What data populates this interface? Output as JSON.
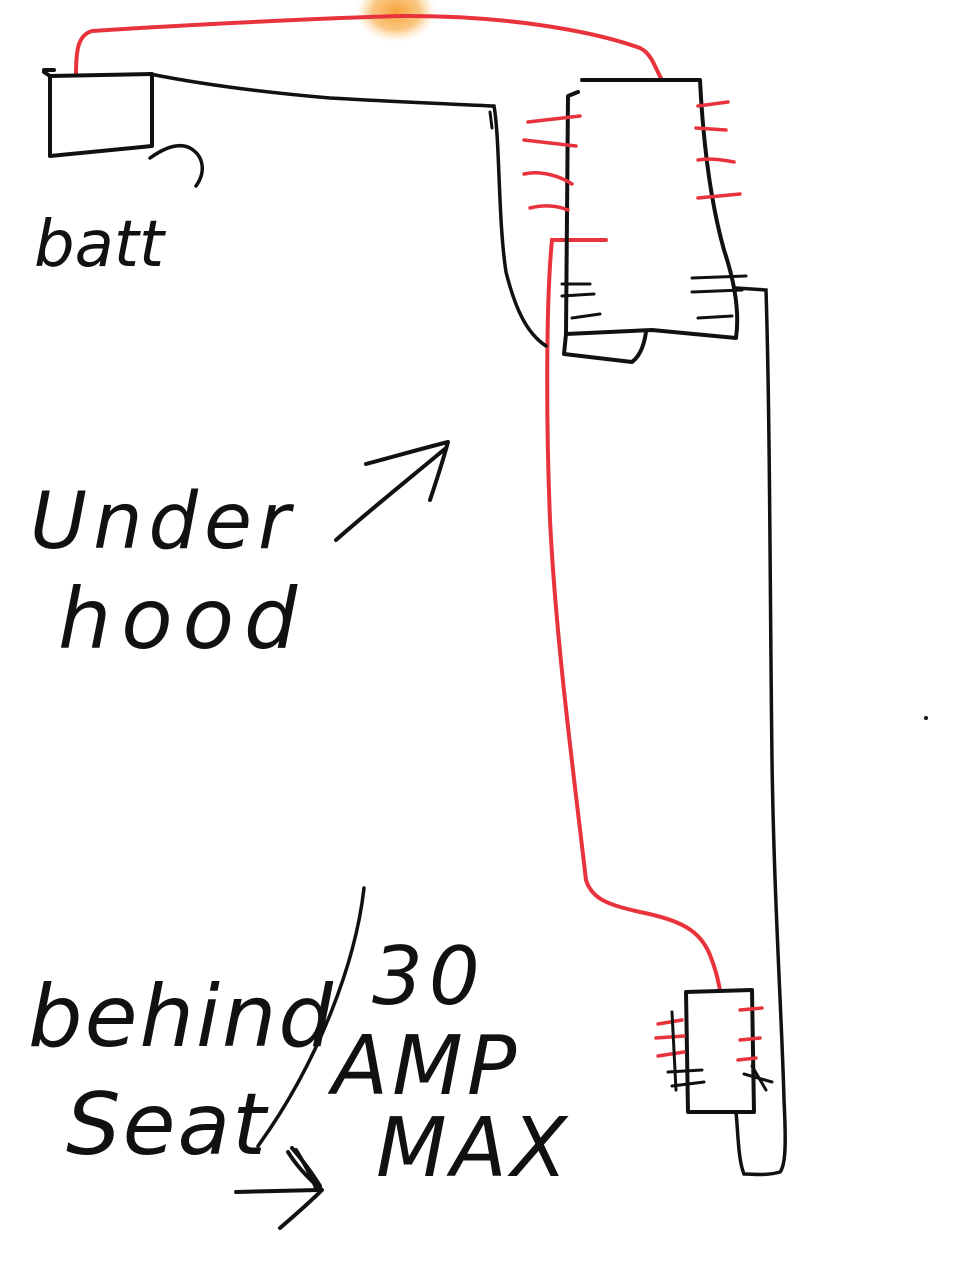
{
  "colors": {
    "background": "#ffffff",
    "ink": "#111111",
    "positive_wire": "#e8333c",
    "fuse_glow": "#f7a23a"
  },
  "labels": {
    "battery": "batt",
    "under": "Under",
    "hood": "hood",
    "behind": "behind",
    "seat": "Seat",
    "rating_number": "30",
    "rating_unit": "AMP",
    "rating_qualifier": "MAX"
  }
}
